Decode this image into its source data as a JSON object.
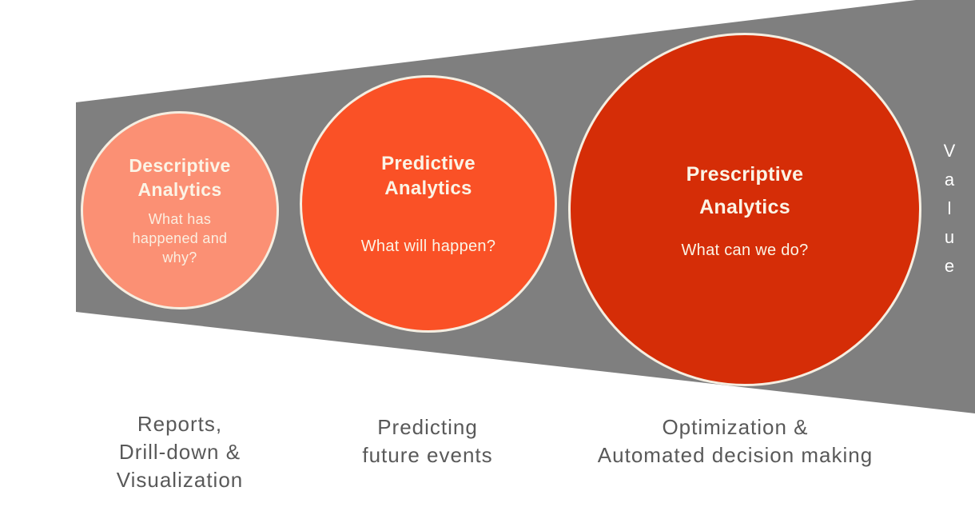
{
  "colors": {
    "wedge_gray": "#7f7f7f",
    "descriptive_fill": "#fb9074",
    "predictive_fill": "#fa5126",
    "prescriptive_fill": "#d52d07",
    "circle_ring": "#f5eee1",
    "circle_text": "#fbf4e6",
    "caption_text": "#595959",
    "value_text": "#ffffff"
  },
  "value_axis": {
    "word": "Value",
    "letters": [
      "V",
      "a",
      "l",
      "u",
      "e"
    ]
  },
  "stages": [
    {
      "name": "Descriptive Analytics",
      "title_lines": [
        "Descriptive",
        "Analytics"
      ],
      "question": "What has happened and why?",
      "question_lines": [
        "What has",
        "happened and",
        "why?"
      ],
      "caption": "Reports, Drill-down & Visualization",
      "caption_lines": [
        "Reports,",
        "Drill-down &",
        "Visualization"
      ]
    },
    {
      "name": "Predictive Analytics",
      "title_lines": [
        "Predictive",
        "Analytics"
      ],
      "question": "What will happen?",
      "question_lines": [
        "What will happen?"
      ],
      "caption": "Predicting future events",
      "caption_lines": [
        "Predicting",
        "future events"
      ]
    },
    {
      "name": "Prescriptive Analytics",
      "title_lines": [
        "Prescriptive",
        "Analytics"
      ],
      "question": "What can we do?",
      "question_lines": [
        "What can we do?"
      ],
      "caption": "Optimization & Automated decision making",
      "caption_lines": [
        "Optimization &",
        "Automated decision making"
      ]
    }
  ]
}
